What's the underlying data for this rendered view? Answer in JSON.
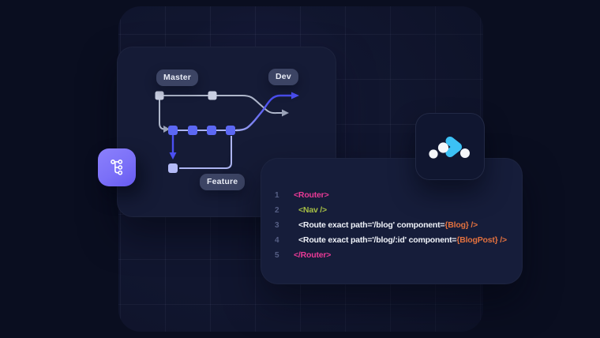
{
  "colors": {
    "page_bg": "#0a0e20",
    "panel_bg": "#11162f",
    "card_bg": "#151b36",
    "code_card_bg": "#161d3a",
    "logo_card_bg": "#101630",
    "badge_bg": "#3c4464",
    "badge_text": "#e9ecf6",
    "accent_purple": "#7b70f8",
    "accent_blue": "#4b4ff2",
    "node_gray": "#c9cfe2",
    "line_gray": "#aeb6ca",
    "arrow_gray": "#9aa2b8",
    "node_indigo": "#5c68f4",
    "line_lavender": "#adb5f1",
    "node_lavender": "#b3baf7",
    "logo_blue": "#3cc1f5",
    "logo_dot": "#f4f6fa",
    "code_pink": "#e93a96",
    "code_green": "#a6bf45",
    "code_orange": "#e2713f",
    "code_text": "#eef1f8",
    "code_linenum": "#565f85"
  },
  "diagram": {
    "branch_master": "Master",
    "branch_dev": "Dev",
    "branch_feature": "Feature"
  },
  "icons": {
    "branch_icon": "git-branch",
    "router_logo": "react-router-chevron-mark"
  },
  "code": {
    "lines": [
      {
        "number": "1",
        "indent": 0,
        "tokens": [
          {
            "text": "<Router>",
            "color": "pink"
          }
        ]
      },
      {
        "number": "2",
        "indent": 1,
        "tokens": [
          {
            "text": "<Nav />",
            "color": "green"
          }
        ]
      },
      {
        "number": "3",
        "indent": 1,
        "tokens": [
          {
            "text": "<Route exact path='/blog' component=",
            "color": "white"
          },
          {
            "text": "{Blog}",
            "color": "orange"
          },
          {
            "text": " />",
            "color": "orange"
          }
        ]
      },
      {
        "number": "4",
        "indent": 1,
        "tokens": [
          {
            "text": "<Route exact path='/blog/:id' component=",
            "color": "white"
          },
          {
            "text": "{BlogPost}",
            "color": "orange"
          },
          {
            "text": " />",
            "color": "orange"
          }
        ]
      },
      {
        "number": "5",
        "indent": 0,
        "tokens": [
          {
            "text": "</Router>",
            "color": "pink"
          }
        ]
      }
    ]
  }
}
